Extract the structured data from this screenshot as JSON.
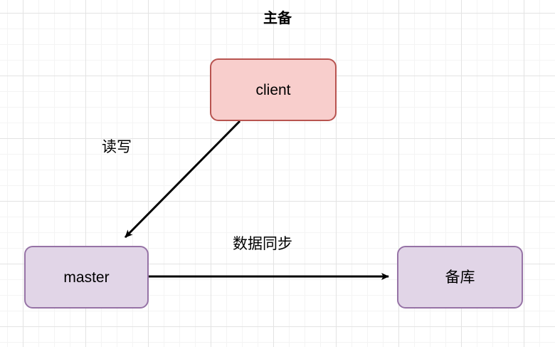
{
  "diagram": {
    "title": "主备",
    "background": {
      "grid_minor_color": "#f4f4f4",
      "grid_major_color": "#e3e3e3",
      "page_color": "#ffffff"
    },
    "nodes": [
      {
        "id": "client",
        "label": "client",
        "fill": "#f8cecc",
        "stroke": "#b85450",
        "shape": "rounded-rectangle"
      },
      {
        "id": "master",
        "label": "master",
        "fill": "#e1d5e7",
        "stroke": "#9673a6",
        "shape": "rounded-rectangle"
      },
      {
        "id": "standby",
        "label": "备库",
        "fill": "#e1d5e7",
        "stroke": "#9673a6",
        "shape": "rounded-rectangle"
      }
    ],
    "edges": [
      {
        "id": "client-to-master",
        "label": "读写",
        "from": "client",
        "to": "master",
        "stroke": "#000000",
        "arrow": "filled"
      },
      {
        "id": "master-to-standby",
        "label": "数据同步",
        "from": "master",
        "to": "standby",
        "stroke": "#000000",
        "arrow": "filled"
      }
    ]
  }
}
